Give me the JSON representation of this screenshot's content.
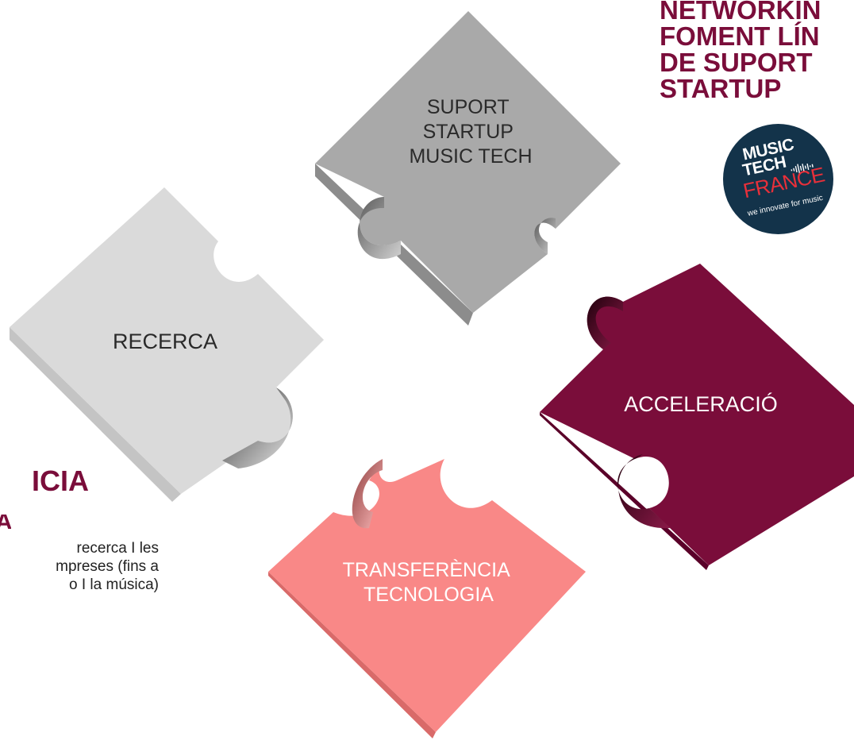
{
  "heading_right": [
    "NETWORKIN",
    "FOMENT LÍN",
    "DE SUPORT",
    "STARTUP"
  ],
  "heading_left": [
    "ICIA",
    "A"
  ],
  "body_text": [
    "recerca I les",
    "mpreses (fins a",
    "o I la música)"
  ],
  "pieces": {
    "suport": {
      "lines": [
        "SUPORT",
        "STARTUP",
        "MUSIC TECH"
      ],
      "color": "#a9a9a9"
    },
    "recerca": {
      "label": "RECERCA",
      "color": "#dadada"
    },
    "acceleracio": {
      "label": "ACCELERACIÓ",
      "color": "#7a0d3a"
    },
    "transferencia": {
      "lines": [
        "TRANSFERÈNCIA",
        "TECNOLOGIA"
      ],
      "color": "#f98887"
    }
  },
  "badge": {
    "line1": "MUSIC",
    "line2": "TECH",
    "line3": "FRANCE",
    "tagline": "we innovate for music",
    "bg_color": "#13334a",
    "accent_color": "#e8303a"
  }
}
